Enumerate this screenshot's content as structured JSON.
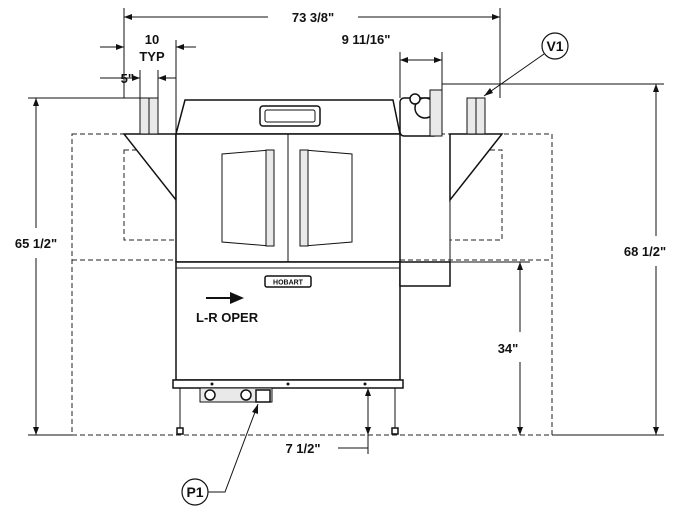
{
  "dimensions": {
    "overall_width": "73 3/8\"",
    "vent_spacing": "10",
    "vent_spacing_note": "TYP",
    "vent_diameter": "5\"",
    "side_offset": "9 11/16\"",
    "left_height": "65 1/2\"",
    "right_height": "68 1/2\"",
    "table_height": "34\"",
    "leg_clearance": "7 1/2\""
  },
  "callouts": {
    "vent": "V1",
    "plumbing": "P1"
  },
  "machine": {
    "brand_plate": "HOBART",
    "direction_label": "L-R OPER"
  },
  "colors": {
    "line": "#111111",
    "background": "#ffffff"
  }
}
